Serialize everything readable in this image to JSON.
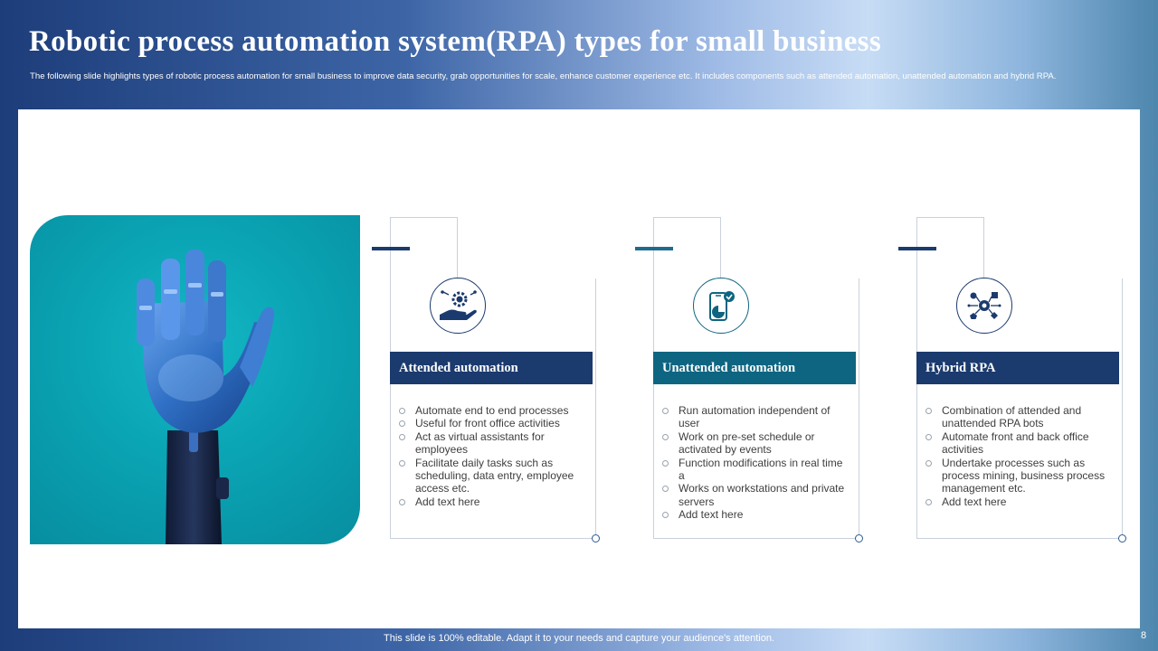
{
  "slide": {
    "title": "Robotic process automation system(RPA) types for small business",
    "subtitle": "The following slide highlights types of robotic process automation for small business to improve data security, grab opportunities for scale, enhance customer experience etc. It includes components such as attended automation, unattended automation and hybrid RPA.",
    "footer": "This slide is 100% editable. Adapt it to your needs and capture your audience's attention.",
    "page_number": "8"
  },
  "colors": {
    "navy": "#1b3a6e",
    "teal": "#0e6581",
    "hero_teal": "#0aa4b4",
    "accent_teal": "#1f6b8f"
  },
  "cards": [
    {
      "icon": "gear-hand-icon",
      "header": "Attended automation",
      "header_color": "#1b3a6e",
      "accent_color": "#1b3a6e",
      "items": [
        "Automate end to end processes",
        "Useful for front office activities",
        "Act  as virtual assistants for employees",
        "Facilitate daily tasks such as scheduling, data entry, employee access etc.",
        "Add text here"
      ]
    },
    {
      "icon": "mobile-check-icon",
      "header": "Unattended  automation",
      "header_color": "#0e6581",
      "accent_color": "#1f6b8f",
      "items": [
        "Run automation independent of user",
        "Work on pre-set schedule or activated by events",
        "Function modifications in real time a",
        "Works on workstations and private servers",
        "Add text here"
      ]
    },
    {
      "icon": "network-nodes-icon",
      "header": "Hybrid  RPA",
      "header_color": "#1b3a6e",
      "accent_color": "#1b3a6e",
      "items": [
        "Combination of attended and unattended RPA bots",
        "Automate front and back office activities",
        "Undertake processes such as process mining, business process management etc.",
        "Add text here"
      ]
    }
  ]
}
